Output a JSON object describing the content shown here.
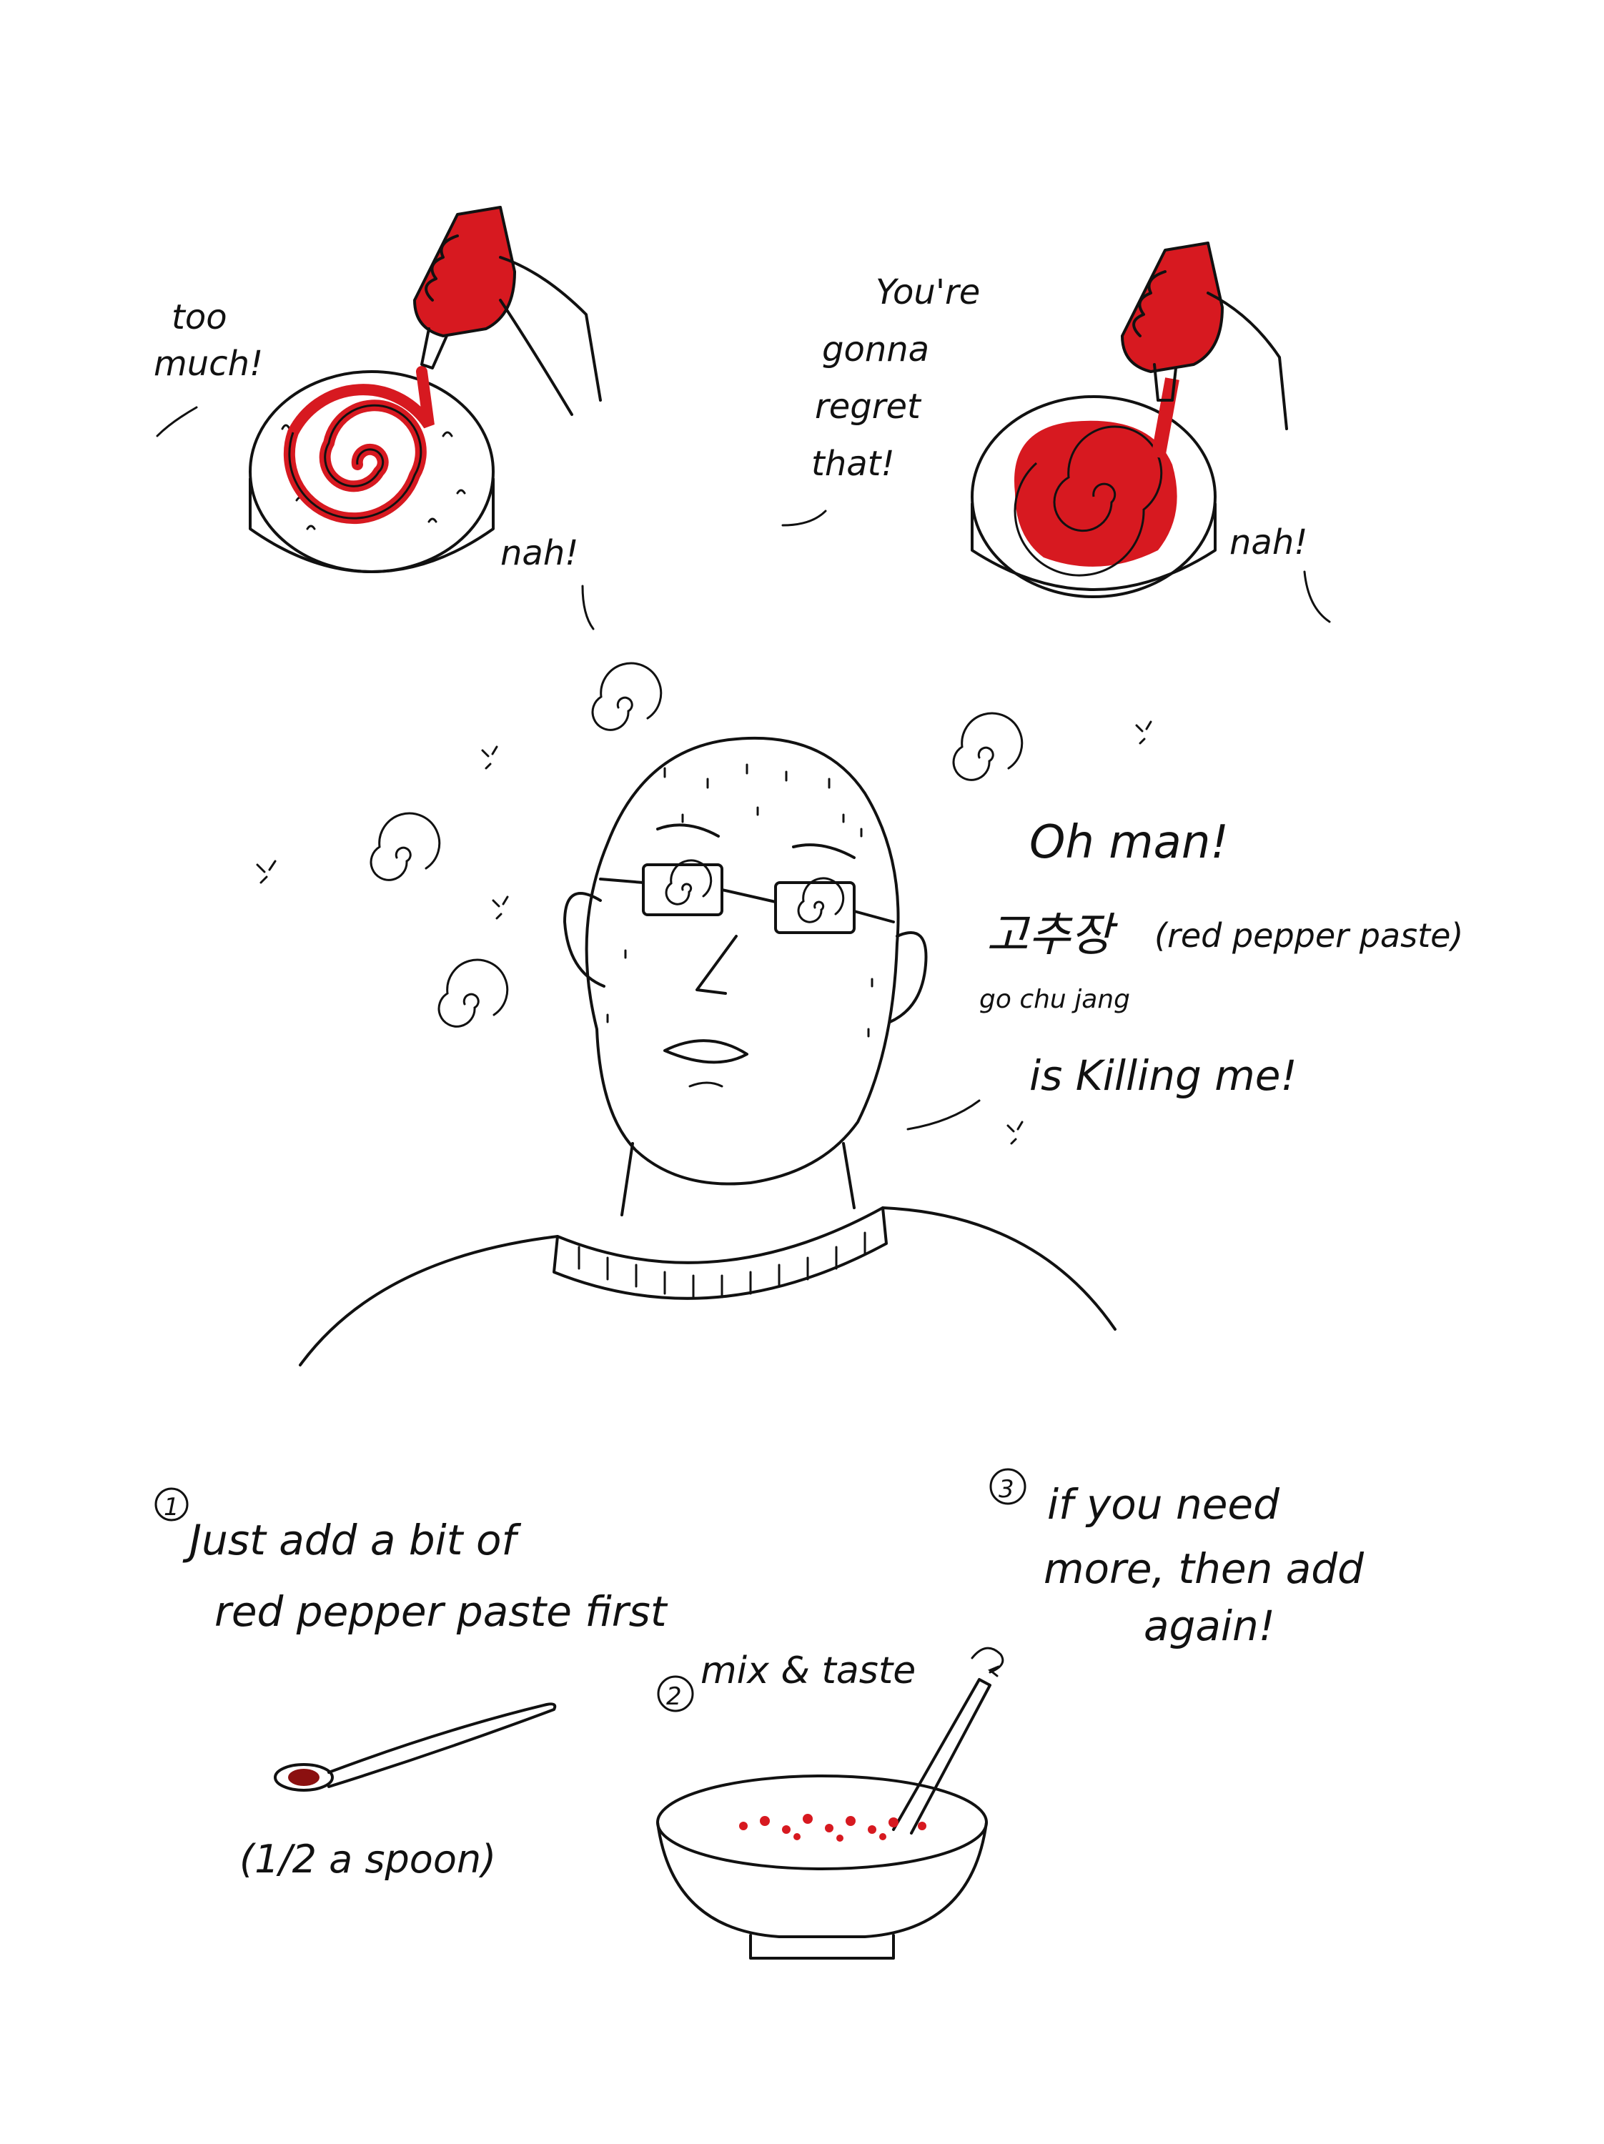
{
  "panel1": {
    "speech_left": [
      "too",
      "much!"
    ],
    "speech_right": "nah!"
  },
  "panel2": {
    "speech_left": [
      "You're",
      "gonna",
      "regret",
      "that!"
    ],
    "speech_right": "nah!"
  },
  "panel3": {
    "line1": "Oh man!",
    "korean": "고추장",
    "translation": "(red pepper paste)",
    "romanization": "go chu jang",
    "line3": "is Killing me!"
  },
  "steps": {
    "step1_number": "1",
    "step1_lines": [
      "Just add a bit of",
      "red pepper paste first"
    ],
    "step1_caption": "(1/2 a spoon)",
    "step2_number": "2",
    "step2_text": "mix & taste",
    "step3_number": "3",
    "step3_lines": [
      "if you need",
      "more, then add",
      "again!"
    ]
  },
  "colors": {
    "sauce_red": "#d71920",
    "ink": "#111111",
    "paper": "#ffffff"
  }
}
